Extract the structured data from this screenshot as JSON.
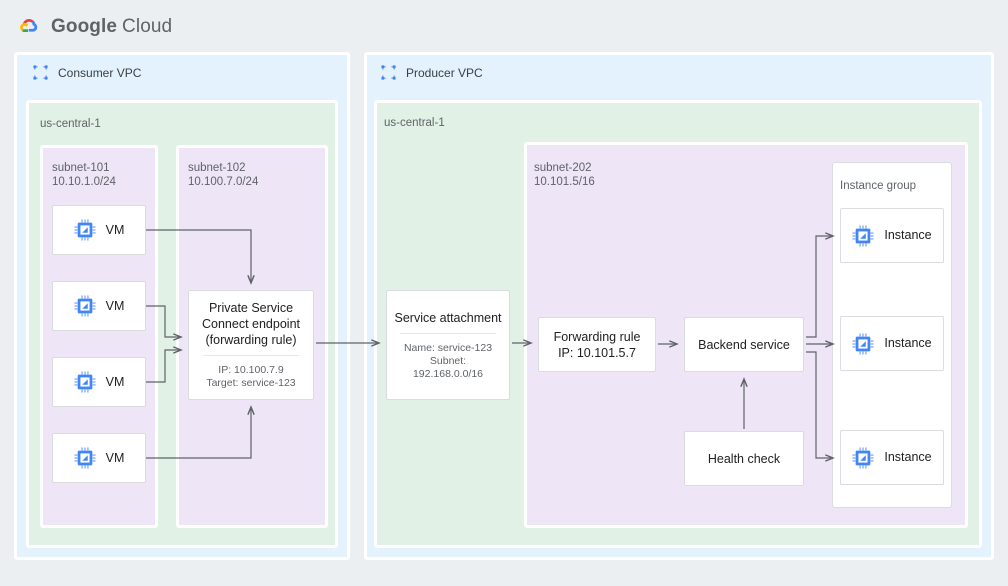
{
  "header": {
    "logo_google": "Google",
    "logo_cloud": "Cloud",
    "logo_icon": "google-cloud-logo"
  },
  "consumer_vpc": {
    "title": "Consumer VPC",
    "icon": "vpc-icon",
    "region_label": "us-central-1",
    "subnets": [
      {
        "name": "subnet-101",
        "cidr": "10.10.1.0/24"
      },
      {
        "name": "subnet-102",
        "cidr": "10.100.7.0/24"
      }
    ],
    "vms": [
      {
        "label": "VM",
        "icon": "vm-chip-icon"
      },
      {
        "label": "VM",
        "icon": "vm-chip-icon"
      },
      {
        "label": "VM",
        "icon": "vm-chip-icon"
      },
      {
        "label": "VM",
        "icon": "vm-chip-icon"
      }
    ],
    "psc_endpoint": {
      "title": "Private Service\nConnect endpoint\n(forwarding rule)",
      "details": "IP: 10.100.7.9\nTarget: service-123"
    }
  },
  "producer_vpc": {
    "title": "Producer VPC",
    "icon": "vpc-icon",
    "region_label": "us-central-1",
    "service_attachment": {
      "title": "Service attachment",
      "details": "Name: service-123\nSubnet:\n192.168.0.0/16"
    },
    "subnet": {
      "name": "subnet-202",
      "cidr": "10.101.5/16"
    },
    "forwarding_rule": {
      "title": "Forwarding rule\nIP: 10.101.5.7"
    },
    "backend_service": {
      "title": "Backend service"
    },
    "health_check": {
      "title": "Health check"
    },
    "instance_group": {
      "label": "Instance group",
      "instances": [
        {
          "label": "Instance",
          "icon": "vm-chip-icon"
        },
        {
          "label": "Instance",
          "icon": "vm-chip-icon"
        },
        {
          "label": "Instance",
          "icon": "vm-chip-icon"
        }
      ]
    }
  },
  "colors": {
    "page_background": "#eceff1",
    "vpc_fill": "#e3f2fd",
    "region_fill": "#e2f1e6",
    "subnet_fill": "#eee5f6",
    "node_fill": "#ffffff",
    "node_border": "#dadce0",
    "connector": "#5f6368",
    "icon_blue": "#4285f4",
    "text_primary": "#202124",
    "text_secondary": "#5f6368"
  }
}
